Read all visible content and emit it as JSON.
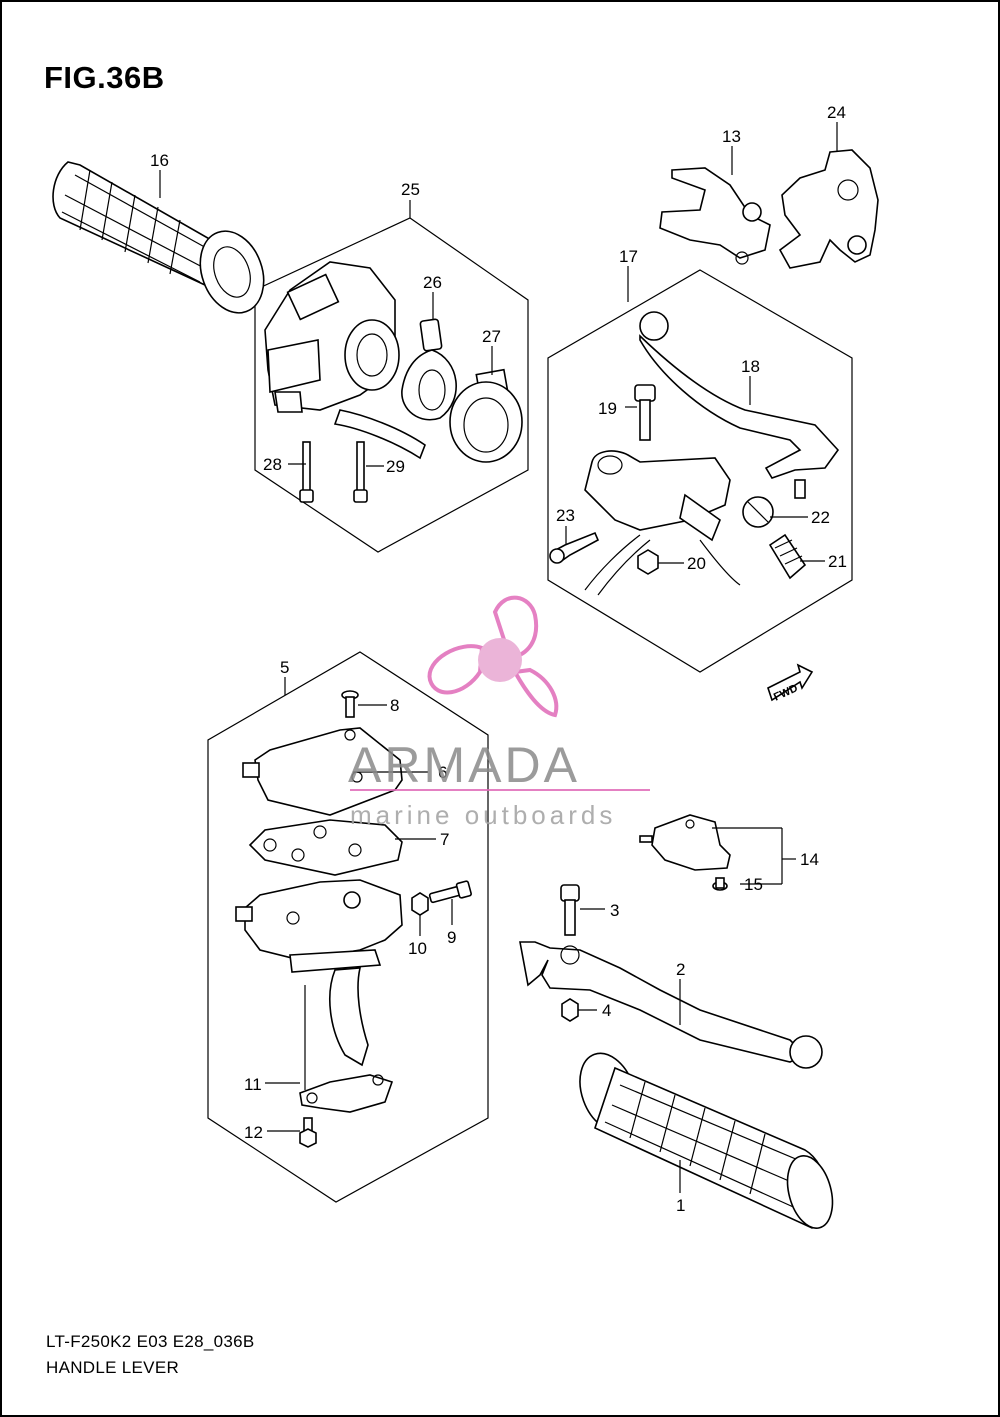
{
  "figure": {
    "title": "FIG.36B",
    "model_code": "LT-F250K2 E03 E28_036B",
    "caption": "HANDLE LEVER"
  },
  "callouts": [
    "1",
    "2",
    "3",
    "4",
    "5",
    "6",
    "7",
    "8",
    "9",
    "10",
    "11",
    "12",
    "13",
    "14",
    "15",
    "16",
    "17",
    "18",
    "19",
    "20",
    "21",
    "22",
    "23",
    "24",
    "25",
    "26",
    "27",
    "28",
    "29"
  ],
  "fwd_label": "FWD",
  "watermark": {
    "name": "ARMADA",
    "tagline": "marine outboards",
    "logo_icon": "propeller-icon",
    "accent_color": "#e06bb8"
  },
  "colors": {
    "line": "#000000",
    "background": "#ffffff"
  }
}
